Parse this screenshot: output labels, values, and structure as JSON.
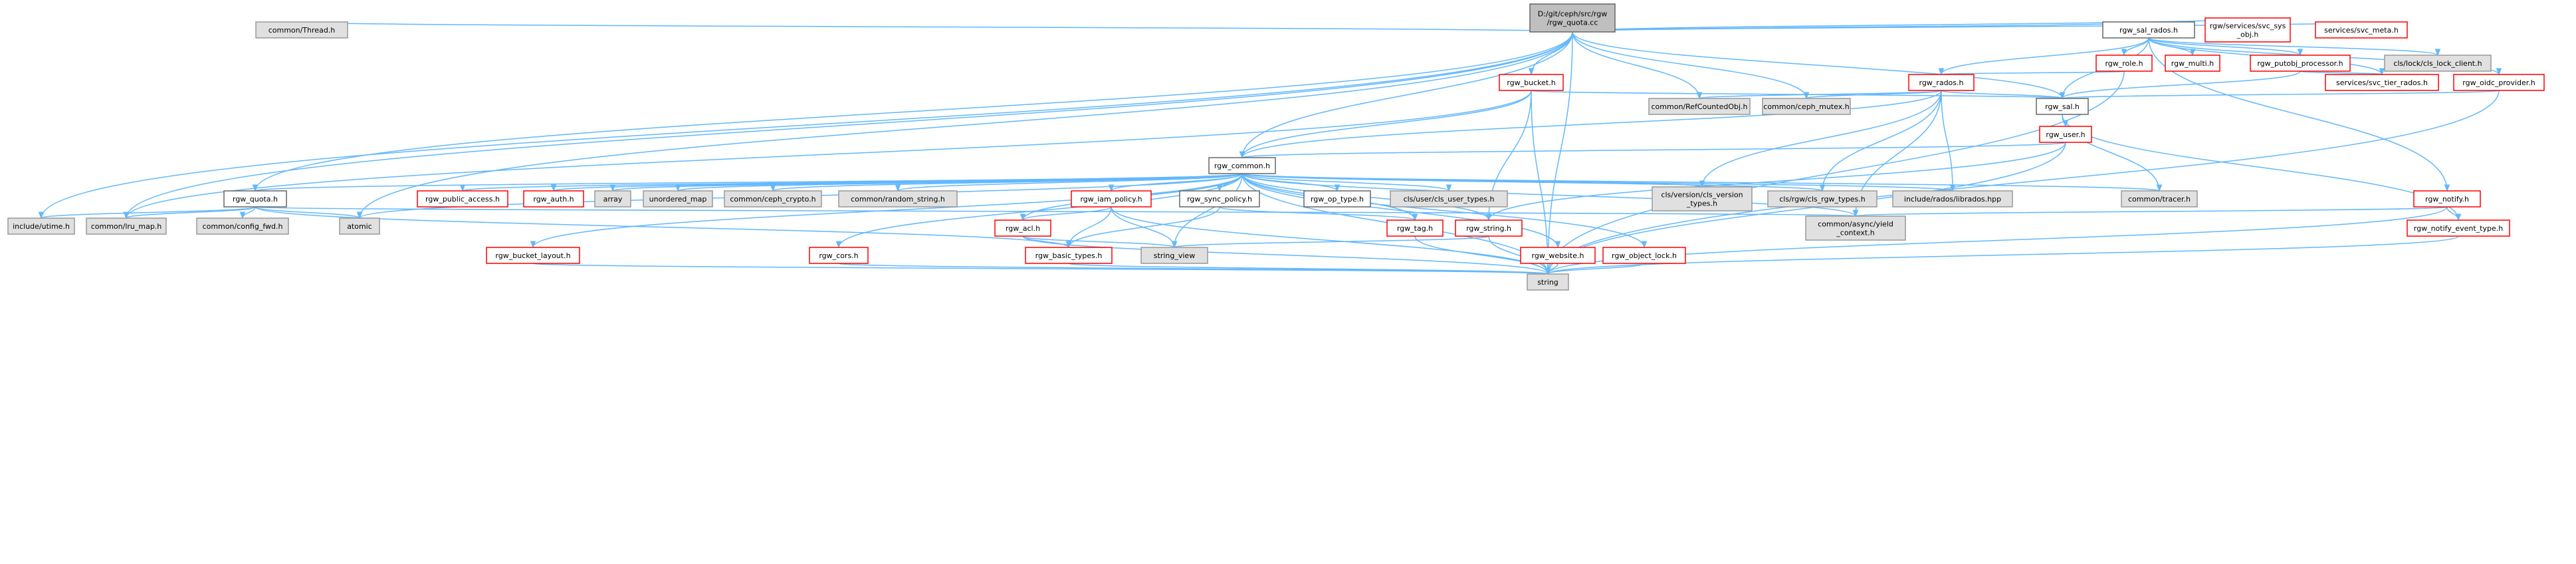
{
  "colors": {
    "edge": "#63B8FF",
    "root_fill": "#bfbfbf",
    "root_border": "#666666",
    "white_fill": "#ffffff",
    "grey_fill": "#e0e0e0",
    "link_border": "#ff0000",
    "plain_border": "#666666",
    "grey_border": "#999999"
  },
  "nodes": [
    {
      "id": "root",
      "lines": [
        "D:/git/ceph/src/rgw",
        "/rgw_quota.cc"
      ],
      "kind": "root"
    },
    {
      "id": "thread",
      "lines": [
        "common/Thread.h"
      ],
      "kind": "grey"
    },
    {
      "id": "sal_rados",
      "lines": [
        "rgw_sal_rados.h"
      ],
      "kind": "plain"
    },
    {
      "id": "svc_sys_obj",
      "lines": [
        "rgw/services/svc_sys",
        "_obj.h"
      ],
      "kind": "link"
    },
    {
      "id": "svc_meta",
      "lines": [
        "services/svc_meta.h"
      ],
      "kind": "link"
    },
    {
      "id": "role",
      "lines": [
        "rgw_role.h"
      ],
      "kind": "link"
    },
    {
      "id": "multi",
      "lines": [
        "rgw_multi.h"
      ],
      "kind": "link"
    },
    {
      "id": "putobj",
      "lines": [
        "rgw_putobj_processor.h"
      ],
      "kind": "link"
    },
    {
      "id": "cls_lock",
      "lines": [
        "cls/lock/cls_lock_client.h"
      ],
      "kind": "grey"
    },
    {
      "id": "rados",
      "lines": [
        "rgw_rados.h"
      ],
      "kind": "link"
    },
    {
      "id": "svc_tier",
      "lines": [
        "services/svc_tier_rados.h"
      ],
      "kind": "link"
    },
    {
      "id": "oidc",
      "lines": [
        "rgw_oidc_provider.h"
      ],
      "kind": "link"
    },
    {
      "id": "bucket",
      "lines": [
        "rgw_bucket.h"
      ],
      "kind": "link"
    },
    {
      "id": "refcounted",
      "lines": [
        "common/RefCountedObj.h"
      ],
      "kind": "grey"
    },
    {
      "id": "ceph_mutex",
      "lines": [
        "common/ceph_mutex.h"
      ],
      "kind": "grey"
    },
    {
      "id": "sal",
      "lines": [
        "rgw_sal.h"
      ],
      "kind": "plain"
    },
    {
      "id": "user",
      "lines": [
        "rgw_user.h"
      ],
      "kind": "link"
    },
    {
      "id": "common",
      "lines": [
        "rgw_common.h"
      ],
      "kind": "plain"
    },
    {
      "id": "quota",
      "lines": [
        "rgw_quota.h"
      ],
      "kind": "plain"
    },
    {
      "id": "utime",
      "lines": [
        "include/utime.h"
      ],
      "kind": "grey"
    },
    {
      "id": "lru_map",
      "lines": [
        "common/lru_map.h"
      ],
      "kind": "grey"
    },
    {
      "id": "config_fwd",
      "lines": [
        "common/config_fwd.h"
      ],
      "kind": "grey"
    },
    {
      "id": "atomic",
      "lines": [
        "atomic"
      ],
      "kind": "grey"
    },
    {
      "id": "public_access",
      "lines": [
        "rgw_public_access.h"
      ],
      "kind": "link"
    },
    {
      "id": "auth",
      "lines": [
        "rgw_auth.h"
      ],
      "kind": "link"
    },
    {
      "id": "array",
      "lines": [
        "array"
      ],
      "kind": "grey"
    },
    {
      "id": "unordered_map",
      "lines": [
        "unordered_map"
      ],
      "kind": "grey"
    },
    {
      "id": "ceph_crypto",
      "lines": [
        "common/ceph_crypto.h"
      ],
      "kind": "grey"
    },
    {
      "id": "random_string",
      "lines": [
        "common/random_string.h"
      ],
      "kind": "grey"
    },
    {
      "id": "iam_policy",
      "lines": [
        "rgw_iam_policy.h"
      ],
      "kind": "link"
    },
    {
      "id": "sync_policy",
      "lines": [
        "rgw_sync_policy.h"
      ],
      "kind": "plain"
    },
    {
      "id": "op_type",
      "lines": [
        "rgw_op_type.h"
      ],
      "kind": "plain"
    },
    {
      "id": "cls_user_types",
      "lines": [
        "cls/user/cls_user_types.h"
      ],
      "kind": "grey"
    },
    {
      "id": "cls_version",
      "lines": [
        "cls/version/cls_version",
        "_types.h"
      ],
      "kind": "grey"
    },
    {
      "id": "cls_rgw_types",
      "lines": [
        "cls/rgw/cls_rgw_types.h"
      ],
      "kind": "grey"
    },
    {
      "id": "librados",
      "lines": [
        "include/rados/librados.hpp"
      ],
      "kind": "grey"
    },
    {
      "id": "tracer",
      "lines": [
        "common/tracer.h"
      ],
      "kind": "grey"
    },
    {
      "id": "notify",
      "lines": [
        "rgw_notify.h"
      ],
      "kind": "link"
    },
    {
      "id": "yield_context",
      "lines": [
        "common/async/yield",
        "_context.h"
      ],
      "kind": "grey"
    },
    {
      "id": "notify_event",
      "lines": [
        "rgw_notify_event_type.h"
      ],
      "kind": "link"
    },
    {
      "id": "acl",
      "lines": [
        "rgw_acl.h"
      ],
      "kind": "link"
    },
    {
      "id": "tag",
      "lines": [
        "rgw_tag.h"
      ],
      "kind": "link"
    },
    {
      "id": "rgw_string",
      "lines": [
        "rgw_string.h"
      ],
      "kind": "link"
    },
    {
      "id": "string_view",
      "lines": [
        "string_view"
      ],
      "kind": "grey"
    },
    {
      "id": "basic_types",
      "lines": [
        "rgw_basic_types.h"
      ],
      "kind": "link"
    },
    {
      "id": "website",
      "lines": [
        "rgw_website.h"
      ],
      "kind": "link"
    },
    {
      "id": "object_lock",
      "lines": [
        "rgw_object_lock.h"
      ],
      "kind": "link"
    },
    {
      "id": "cors",
      "lines": [
        "rgw_cors.h"
      ],
      "kind": "link"
    },
    {
      "id": "bucket_layout",
      "lines": [
        "rgw_bucket_layout.h"
      ],
      "kind": "link"
    },
    {
      "id": "string",
      "lines": [
        "string"
      ],
      "kind": "grey"
    }
  ],
  "edges": [
    [
      "root",
      "thread"
    ],
    [
      "root",
      "sal_rados"
    ],
    [
      "root",
      "svc_sys_obj"
    ],
    [
      "root",
      "svc_meta"
    ],
    [
      "root",
      "bucket"
    ],
    [
      "root",
      "refcounted"
    ],
    [
      "root",
      "ceph_mutex"
    ],
    [
      "root",
      "sal"
    ],
    [
      "root",
      "common"
    ],
    [
      "root",
      "quota"
    ],
    [
      "root",
      "utime"
    ],
    [
      "root",
      "lru_map"
    ],
    [
      "root",
      "atomic"
    ],
    [
      "root",
      "string"
    ],
    [
      "sal_rados",
      "sal"
    ],
    [
      "sal_rados",
      "rados"
    ],
    [
      "sal_rados",
      "role"
    ],
    [
      "sal_rados",
      "multi"
    ],
    [
      "sal_rados",
      "putobj"
    ],
    [
      "sal_rados",
      "cls_lock"
    ],
    [
      "sal_rados",
      "svc_tier"
    ],
    [
      "sal_rados",
      "oidc"
    ],
    [
      "sal_rados",
      "notify"
    ],
    [
      "role",
      "rados"
    ],
    [
      "role",
      "string"
    ],
    [
      "putobj",
      "sal"
    ],
    [
      "putobj",
      "svc_tier"
    ],
    [
      "oidc",
      "sal"
    ],
    [
      "oidc",
      "string"
    ],
    [
      "rados",
      "refcounted"
    ],
    [
      "rados",
      "ceph_mutex"
    ],
    [
      "rados",
      "sal"
    ],
    [
      "rados",
      "common"
    ],
    [
      "rados",
      "cls_version"
    ],
    [
      "rados",
      "cls_rgw_types"
    ],
    [
      "rados",
      "librados"
    ],
    [
      "rados",
      "yield_context"
    ],
    [
      "bucket",
      "sal"
    ],
    [
      "bucket",
      "common"
    ],
    [
      "bucket",
      "lru_map"
    ],
    [
      "bucket",
      "rgw_string"
    ],
    [
      "bucket",
      "string"
    ],
    [
      "sal",
      "user"
    ],
    [
      "sal",
      "tracer"
    ],
    [
      "sal",
      "notify_event"
    ],
    [
      "user",
      "common"
    ],
    [
      "user",
      "rgw_string"
    ],
    [
      "user",
      "string"
    ],
    [
      "common",
      "quota"
    ],
    [
      "common",
      "public_access"
    ],
    [
      "common",
      "auth"
    ],
    [
      "common",
      "array"
    ],
    [
      "common",
      "unordered_map"
    ],
    [
      "common",
      "ceph_crypto"
    ],
    [
      "common",
      "random_string"
    ],
    [
      "common",
      "iam_policy"
    ],
    [
      "common",
      "sync_policy"
    ],
    [
      "common",
      "op_type"
    ],
    [
      "common",
      "cls_user_types"
    ],
    [
      "common",
      "cls_version"
    ],
    [
      "common",
      "cls_rgw_types"
    ],
    [
      "common",
      "librados"
    ],
    [
      "common",
      "tracer"
    ],
    [
      "common",
      "yield_context"
    ],
    [
      "common",
      "acl"
    ],
    [
      "common",
      "tag"
    ],
    [
      "common",
      "rgw_string"
    ],
    [
      "common",
      "string_view"
    ],
    [
      "common",
      "website"
    ],
    [
      "common",
      "object_lock"
    ],
    [
      "common",
      "cors"
    ],
    [
      "common",
      "bucket_layout"
    ],
    [
      "common",
      "atomic"
    ],
    [
      "common",
      "string"
    ],
    [
      "quota",
      "utime"
    ],
    [
      "quota",
      "lru_map"
    ],
    [
      "quota",
      "config_fwd"
    ],
    [
      "quota",
      "atomic"
    ],
    [
      "quota",
      "yield_context"
    ],
    [
      "quota",
      "basic_types"
    ],
    [
      "iam_policy",
      "acl"
    ],
    [
      "iam_policy",
      "basic_types"
    ],
    [
      "iam_policy",
      "string_view"
    ],
    [
      "iam_policy",
      "string"
    ],
    [
      "sync_policy",
      "basic_types"
    ],
    [
      "sync_policy",
      "tag"
    ],
    [
      "acl",
      "basic_types"
    ],
    [
      "acl",
      "string_view"
    ],
    [
      "acl",
      "string"
    ],
    [
      "tag",
      "string"
    ],
    [
      "rgw_string",
      "string_view"
    ],
    [
      "rgw_string",
      "string"
    ],
    [
      "basic_types",
      "string"
    ],
    [
      "website",
      "string"
    ],
    [
      "object_lock",
      "string"
    ],
    [
      "cors",
      "string"
    ],
    [
      "bucket_layout",
      "string"
    ],
    [
      "notify",
      "yield_context"
    ],
    [
      "notify",
      "notify_event"
    ],
    [
      "notify",
      "string"
    ],
    [
      "notify_event",
      "string"
    ]
  ]
}
